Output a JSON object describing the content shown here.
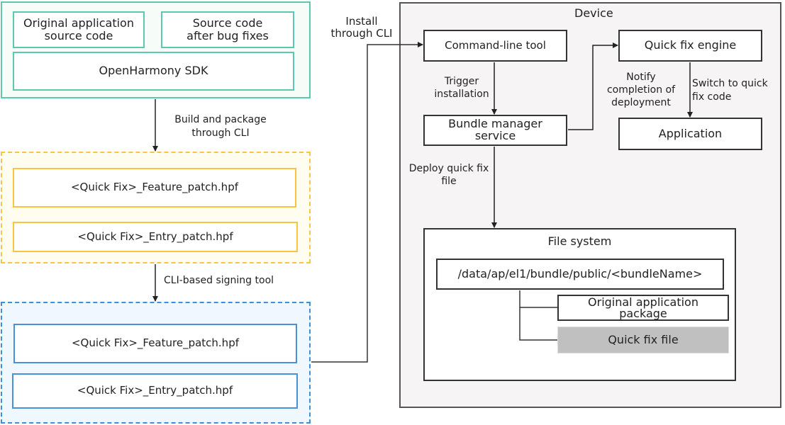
{
  "source_group": {
    "original_source": "Original application source code",
    "fixed_source": "Source code after bug fixes",
    "sdk": "OpenHarmony SDK"
  },
  "edges": {
    "build_package": "Build and package through CLI",
    "signing_tool": "CLI-based signing tool",
    "install_cli": "Install through CLI",
    "trigger_install": "Trigger installation",
    "deploy_file": "Deploy quick fix file",
    "notify_completion": "Notify completion of deployment",
    "switch_code": "Switch to quick fix code"
  },
  "unsigned_group": {
    "feature_patch": "<Quick Fix>_Feature_patch.hpf",
    "entry_patch": "<Quick Fix>_Entry_patch.hpf"
  },
  "signed_group": {
    "feature_patch": "<Quick Fix>_Feature_patch.hpf",
    "entry_patch": "<Quick Fix>_Entry_patch.hpf"
  },
  "device": {
    "title": "Device",
    "cli_tool": "Command-line tool",
    "quick_fix_engine": "Quick fix engine",
    "bundle_manager": "Bundle manager service",
    "application": "Application",
    "file_system": {
      "title": "File system",
      "path": "/data/ap/el1/bundle/public/<bundleName>",
      "original_package": "Original application package",
      "quick_fix_file": "Quick fix file"
    }
  },
  "colors": {
    "source_border": "#5cc8b0",
    "unsigned_border": "#f9c440",
    "signed_border": "#3f8fd8",
    "device_bg": "#f6f4f4",
    "quick_fix_file_bg": "#c0c0c0"
  }
}
